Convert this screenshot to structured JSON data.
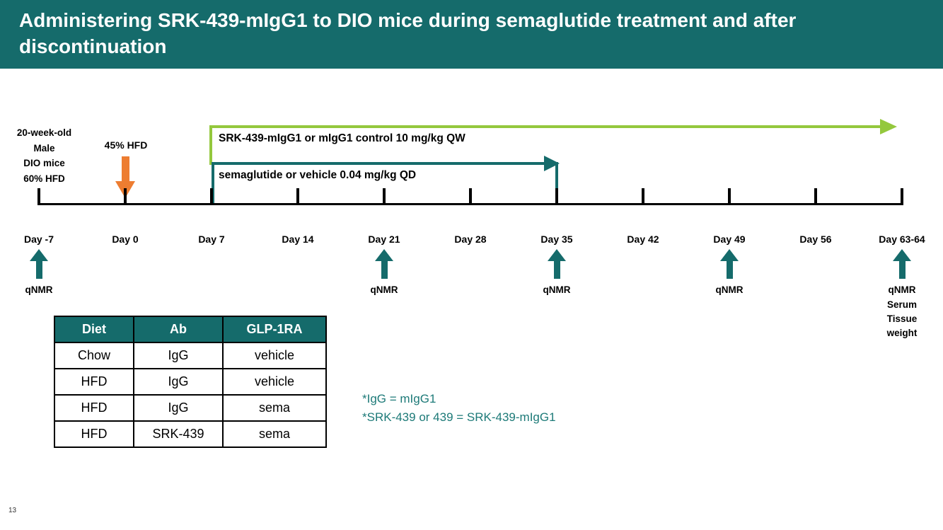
{
  "slide": {
    "title": "Administering SRK-439-mIgG1 to DIO mice during semaglutide treatment and after discontinuation",
    "page_number": "13"
  },
  "colors": {
    "teal": "#156b6b",
    "green": "#94c83d",
    "orange": "#ed7d31"
  },
  "timeline": {
    "left_label_lines": [
      "20-week-old",
      "Male",
      "DIO mice",
      "60% HFD"
    ],
    "hfd_switch_label": "45% HFD",
    "green_arrow_label": "SRK-439-mIgG1 or mIgG1 control 10 mg/kg QW",
    "teal_arrow_label": "semaglutide or vehicle 0.04 mg/kg QD",
    "days": [
      "Day -7",
      "Day 0",
      "Day 7",
      "Day 14",
      "Day 21",
      "Day 28",
      "Day 35",
      "Day 42",
      "Day 49",
      "Day 56",
      "Day 63-64"
    ],
    "qnmr_label": "qNMR",
    "final_extra_lines": [
      "Serum",
      "Tissue",
      "weight"
    ]
  },
  "table": {
    "headers": [
      "Diet",
      "Ab",
      "GLP-1RA"
    ],
    "rows": [
      [
        "Chow",
        "IgG",
        "vehicle"
      ],
      [
        "HFD",
        "IgG",
        "vehicle"
      ],
      [
        "HFD",
        "IgG",
        "sema"
      ],
      [
        "HFD",
        "SRK-439",
        "sema"
      ]
    ]
  },
  "notes": [
    "*IgG = mIgG1",
    "*SRK-439 or 439 = SRK-439-mIgG1"
  ]
}
